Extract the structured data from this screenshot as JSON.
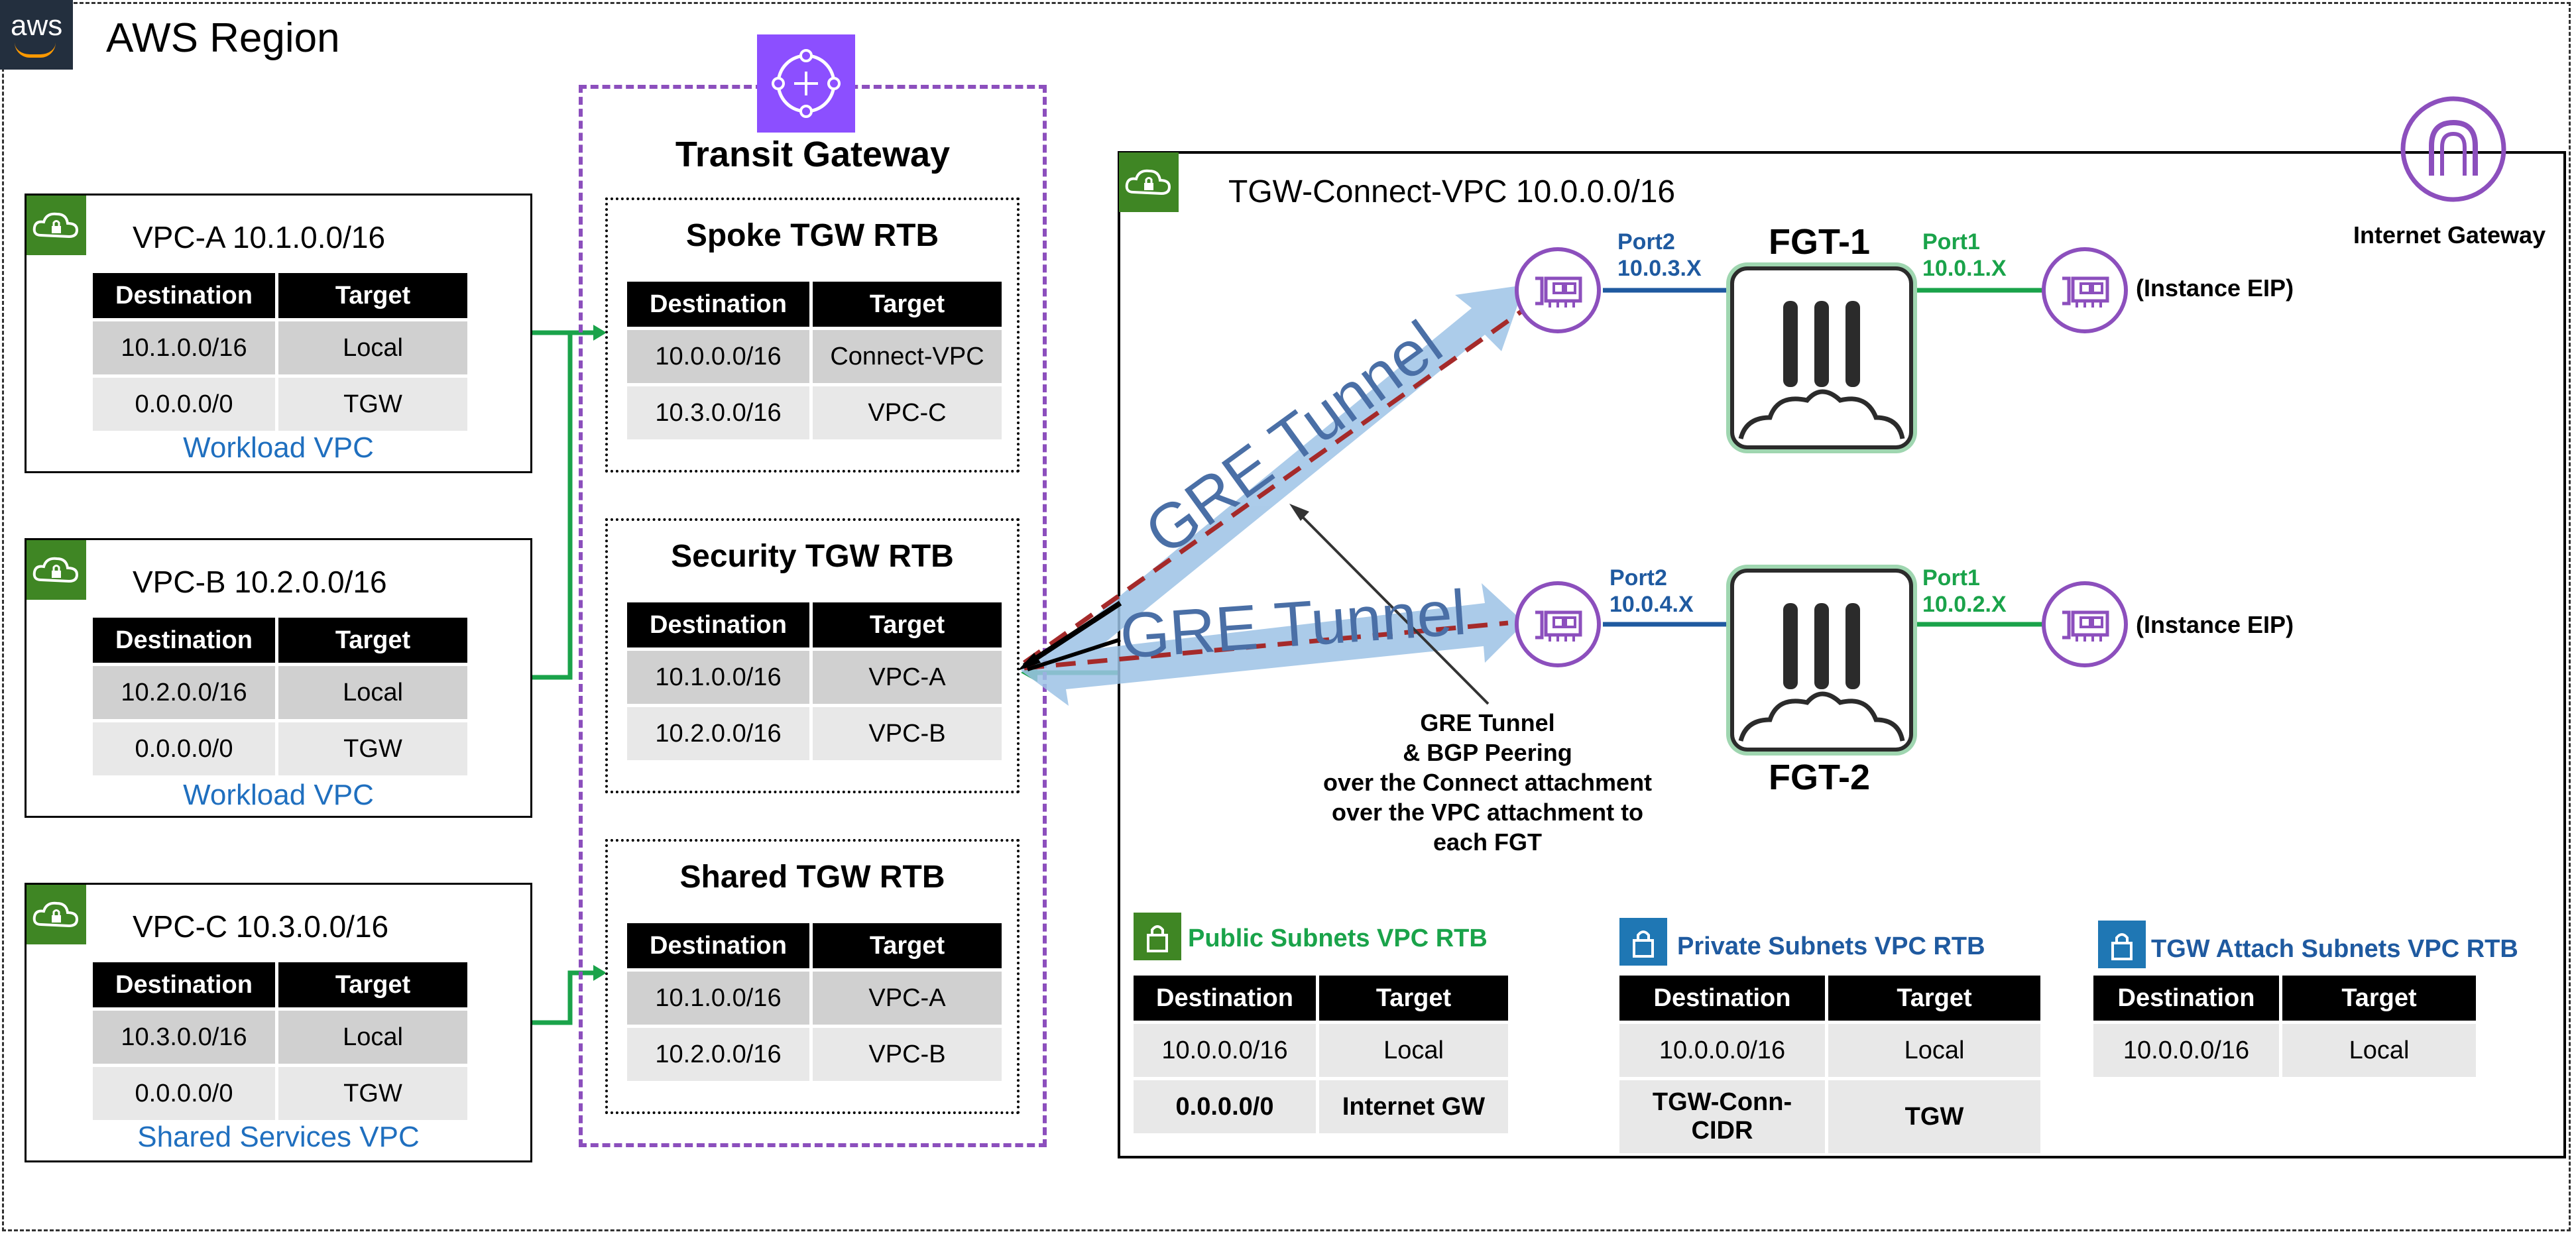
{
  "region": {
    "title": "AWS Region",
    "logo": "aws"
  },
  "vpcs": [
    {
      "title": "VPC-A 10.1.0.0/16",
      "subtitle": "Workload VPC",
      "headers": [
        "Destination",
        "Target"
      ],
      "rows": [
        [
          "10.1.0.0/16",
          "Local"
        ],
        [
          "0.0.0.0/0",
          "TGW"
        ]
      ]
    },
    {
      "title": "VPC-B 10.2.0.0/16",
      "subtitle": "Workload VPC",
      "headers": [
        "Destination",
        "Target"
      ],
      "rows": [
        [
          "10.2.0.0/16",
          "Local"
        ],
        [
          "0.0.0.0/0",
          "TGW"
        ]
      ]
    },
    {
      "title": "VPC-C 10.3.0.0/16",
      "subtitle": "Shared Services VPC",
      "headers": [
        "Destination",
        "Target"
      ],
      "rows": [
        [
          "10.3.0.0/16",
          "Local"
        ],
        [
          "0.0.0.0/0",
          "TGW"
        ]
      ]
    }
  ],
  "tgw": {
    "title": "Transit Gateway",
    "rtbs": [
      {
        "title": "Spoke TGW RTB",
        "headers": [
          "Destination",
          "Target"
        ],
        "rows": [
          [
            "10.0.0.0/16",
            "Connect-VPC"
          ],
          [
            "10.3.0.0/16",
            "VPC-C"
          ]
        ]
      },
      {
        "title": "Security TGW RTB",
        "headers": [
          "Destination",
          "Target"
        ],
        "rows": [
          [
            "10.1.0.0/16",
            "VPC-A"
          ],
          [
            "10.2.0.0/16",
            "VPC-B"
          ]
        ]
      },
      {
        "title": "Shared TGW RTB",
        "headers": [
          "Destination",
          "Target"
        ],
        "rows": [
          [
            "10.1.0.0/16",
            "VPC-A"
          ],
          [
            "10.2.0.0/16",
            "VPC-B"
          ]
        ]
      }
    ]
  },
  "connect_vpc": {
    "title": "TGW-Connect-VPC 10.0.0.0/16",
    "igw_label": "Internet Gateway",
    "fgt1": {
      "label": "FGT-1",
      "port2": "Port2",
      "port2_net": "10.0.3.X",
      "port1": "Port1",
      "port1_net": "10.0.1.X",
      "eip": "(Instance EIP)"
    },
    "fgt2": {
      "label": "FGT-2",
      "port2": "Port2",
      "port2_net": "10.0.4.X",
      "port1": "Port1",
      "port1_net": "10.0.2.X",
      "eip": "(Instance EIP)"
    },
    "gre_label": "GRE Tunnel",
    "callout": [
      "GRE Tunnel",
      "& BGP Peering",
      "over the Connect attachment",
      "over the VPC attachment to",
      "each FGT"
    ],
    "subnet_rtbs": [
      {
        "title": "Public Subnets VPC RTB",
        "headers": [
          "Destination",
          "Target"
        ],
        "rows": [
          [
            "10.0.0.0/16",
            "Local"
          ],
          [
            "0.0.0.0/0",
            "Internet GW"
          ]
        ]
      },
      {
        "title": "Private Subnets VPC RTB",
        "headers": [
          "Destination",
          "Target"
        ],
        "rows": [
          [
            "10.0.0.0/16",
            "Local"
          ],
          [
            "TGW-Conn-CIDR",
            "TGW"
          ]
        ]
      },
      {
        "title": "TGW Attach Subnets VPC RTB",
        "headers": [
          "Destination",
          "Target"
        ],
        "rows": [
          [
            "10.0.0.0/16",
            "Local"
          ]
        ]
      }
    ]
  },
  "colors": {
    "vpc_green": "#3f8624",
    "tgw_purple": "#8c4fff",
    "port_blue": "#1f5aa0",
    "port_green": "#1aa34a",
    "tunnel": "#9dc3e6",
    "tunnel_dash": "#a52a2a"
  }
}
